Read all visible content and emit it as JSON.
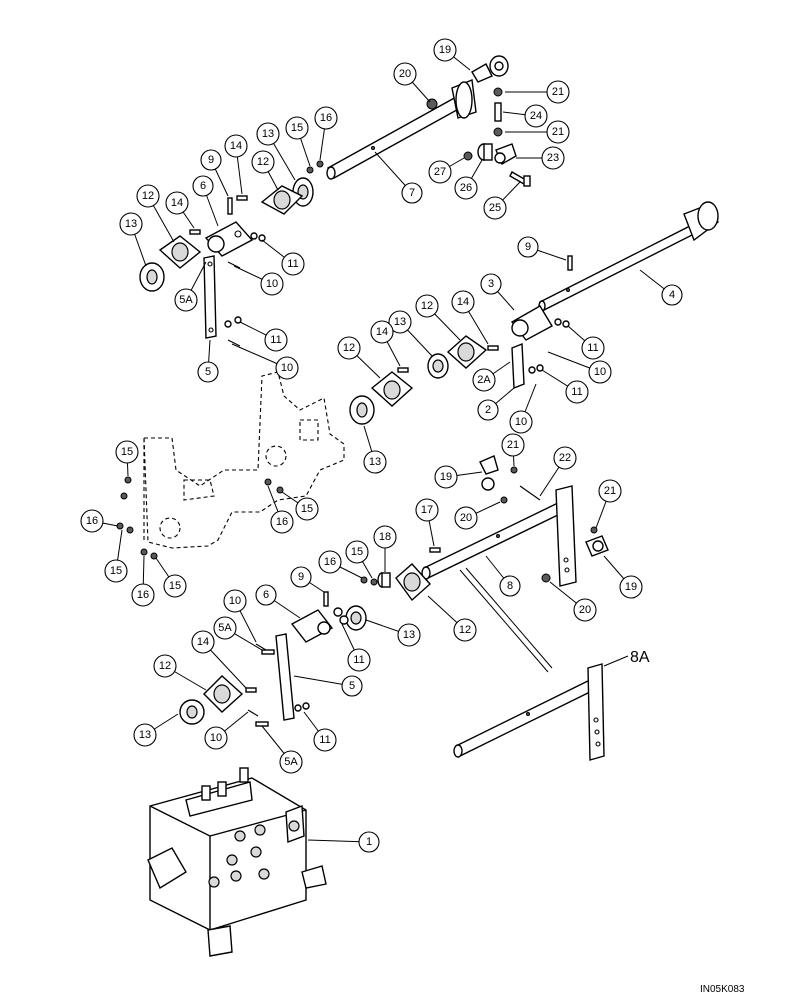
{
  "drawing_code": "IN05K083",
  "large_label": "8A",
  "callouts": [
    {
      "id": "c19a",
      "text": "19"
    },
    {
      "id": "c20a",
      "text": "20"
    },
    {
      "id": "c21a",
      "text": "21"
    },
    {
      "id": "c24",
      "text": "24"
    },
    {
      "id": "c21b",
      "text": "21"
    },
    {
      "id": "c23",
      "text": "23"
    },
    {
      "id": "c27",
      "text": "27"
    },
    {
      "id": "c26",
      "text": "26"
    },
    {
      "id": "c25",
      "text": "25"
    },
    {
      "id": "c7",
      "text": "7"
    },
    {
      "id": "c16a",
      "text": "16"
    },
    {
      "id": "c15a",
      "text": "15"
    },
    {
      "id": "c13a",
      "text": "13"
    },
    {
      "id": "c12a",
      "text": "12"
    },
    {
      "id": "c14a",
      "text": "14"
    },
    {
      "id": "c9a",
      "text": "9"
    },
    {
      "id": "c6a",
      "text": "6"
    },
    {
      "id": "c12b",
      "text": "12"
    },
    {
      "id": "c14b",
      "text": "14"
    },
    {
      "id": "c13b",
      "text": "13"
    },
    {
      "id": "c11a",
      "text": "11"
    },
    {
      "id": "c10a",
      "text": "10"
    },
    {
      "id": "c5Aa",
      "text": "5A"
    },
    {
      "id": "c11b",
      "text": "11"
    },
    {
      "id": "c5a",
      "text": "5"
    },
    {
      "id": "c10b",
      "text": "10"
    },
    {
      "id": "c9b",
      "text": "9"
    },
    {
      "id": "c4",
      "text": "4"
    },
    {
      "id": "c3",
      "text": "3"
    },
    {
      "id": "c14c",
      "text": "14"
    },
    {
      "id": "c12c",
      "text": "12"
    },
    {
      "id": "c13c",
      "text": "13"
    },
    {
      "id": "c14d",
      "text": "14"
    },
    {
      "id": "c12d",
      "text": "12"
    },
    {
      "id": "c11c",
      "text": "11"
    },
    {
      "id": "c10c",
      "text": "10"
    },
    {
      "id": "c2A",
      "text": "2A"
    },
    {
      "id": "c11d",
      "text": "11"
    },
    {
      "id": "c2",
      "text": "2"
    },
    {
      "id": "c10d",
      "text": "10"
    },
    {
      "id": "c13d",
      "text": "13"
    },
    {
      "id": "c15b",
      "text": "15"
    },
    {
      "id": "c16b",
      "text": "16"
    },
    {
      "id": "c15c",
      "text": "15"
    },
    {
      "id": "c16c",
      "text": "16"
    },
    {
      "id": "c15d",
      "text": "15"
    },
    {
      "id": "c16d",
      "text": "16"
    },
    {
      "id": "c15e",
      "text": "15"
    },
    {
      "id": "c21c",
      "text": "21"
    },
    {
      "id": "c22",
      "text": "22"
    },
    {
      "id": "c19b",
      "text": "19"
    },
    {
      "id": "c20b",
      "text": "20"
    },
    {
      "id": "c17",
      "text": "17"
    },
    {
      "id": "c21d",
      "text": "21"
    },
    {
      "id": "c18",
      "text": "18"
    },
    {
      "id": "c15f",
      "text": "15"
    },
    {
      "id": "c16e",
      "text": "16"
    },
    {
      "id": "c9c",
      "text": "9"
    },
    {
      "id": "c8",
      "text": "8"
    },
    {
      "id": "c19c",
      "text": "19"
    },
    {
      "id": "c20c",
      "text": "20"
    },
    {
      "id": "c10e",
      "text": "10"
    },
    {
      "id": "c6b",
      "text": "6"
    },
    {
      "id": "c5Ab",
      "text": "5A"
    },
    {
      "id": "c12e",
      "text": "12"
    },
    {
      "id": "c13e",
      "text": "13"
    },
    {
      "id": "c11e",
      "text": "11"
    },
    {
      "id": "c14e",
      "text": "14"
    },
    {
      "id": "c12f",
      "text": "12"
    },
    {
      "id": "c5b",
      "text": "5"
    },
    {
      "id": "c13f",
      "text": "13"
    },
    {
      "id": "c10f",
      "text": "10"
    },
    {
      "id": "c11f",
      "text": "11"
    },
    {
      "id": "c5Ac",
      "text": "5A"
    },
    {
      "id": "c1",
      "text": "1"
    }
  ]
}
